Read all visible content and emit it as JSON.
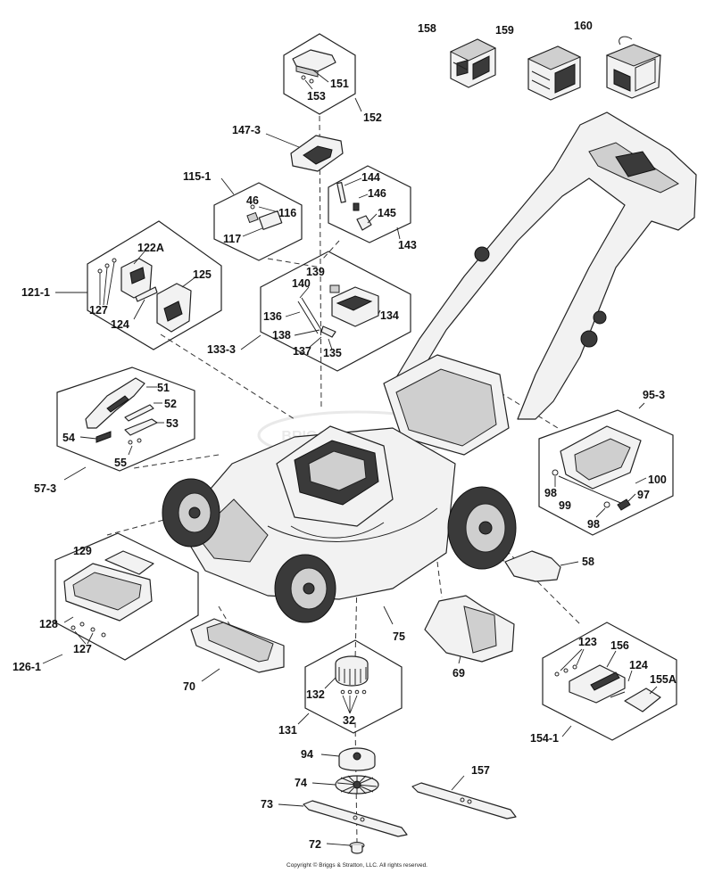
{
  "copyright": "Copyright © Briggs & Stratton, LLC. All rights reserved.",
  "watermark": "BRIGGS & STRATTON",
  "labels": {
    "l158": "158",
    "l159": "159",
    "l160": "160",
    "l151": "151",
    "l153": "153",
    "l152": "152",
    "l147_3": "147-3",
    "l115_1": "115-1",
    "l46": "46",
    "l116": "116",
    "l117": "117",
    "l144": "144",
    "l146": "146",
    "l145": "145",
    "l143": "143",
    "l122A": "122A",
    "l121_1": "121-1",
    "l125": "125",
    "l127a": "127",
    "l124a": "124",
    "l139": "139",
    "l140": "140",
    "l136": "136",
    "l134": "134",
    "l138": "138",
    "l137": "137",
    "l135": "135",
    "l133_3": "133-3",
    "l51": "51",
    "l52": "52",
    "l53": "53",
    "l54": "54",
    "l55": "55",
    "l57_3": "57-3",
    "l95_3": "95-3",
    "l100": "100",
    "l98a": "98",
    "l99": "99",
    "l97": "97",
    "l98b": "98",
    "l58": "58",
    "l129": "129",
    "l128": "128",
    "l127b": "127",
    "l126_1": "126-1",
    "l75": "75",
    "l69": "69",
    "l70": "70",
    "l123": "123",
    "l156": "156",
    "l124b": "124",
    "l155A": "155A",
    "l154_1": "154-1",
    "l132": "132",
    "l32": "32",
    "l131": "131",
    "l94": "94",
    "l74": "74",
    "l157": "157",
    "l73": "73",
    "l72": "72"
  }
}
